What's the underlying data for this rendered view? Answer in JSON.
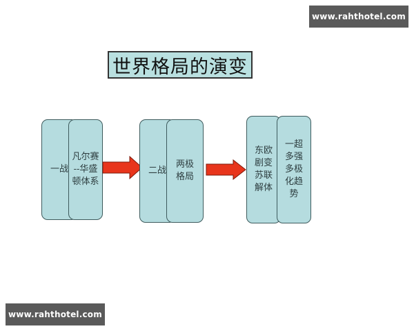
{
  "watermarks": {
    "top": "www.rahthotel.com",
    "bottom": "www.rahthotel.com"
  },
  "title": "世界格局的演变",
  "colors": {
    "box_fill": "#b5dcdf",
    "box_border": "#3d5a5c",
    "title_fill": "#b9e0e0",
    "arrow": "#e8351c",
    "watermark_bg": "#5a5a5a"
  },
  "stages": [
    {
      "event": "一战",
      "result_lines": [
        "凡尔赛",
        "--华盛",
        "顿体系"
      ]
    },
    {
      "event": "二战",
      "result_lines": [
        "两极",
        "格局"
      ]
    },
    {
      "event_lines": [
        "东欧",
        "剧变",
        "苏联",
        "解体"
      ],
      "result_lines": [
        "一超",
        "多强",
        "多极",
        "化趋",
        "势"
      ]
    }
  ]
}
